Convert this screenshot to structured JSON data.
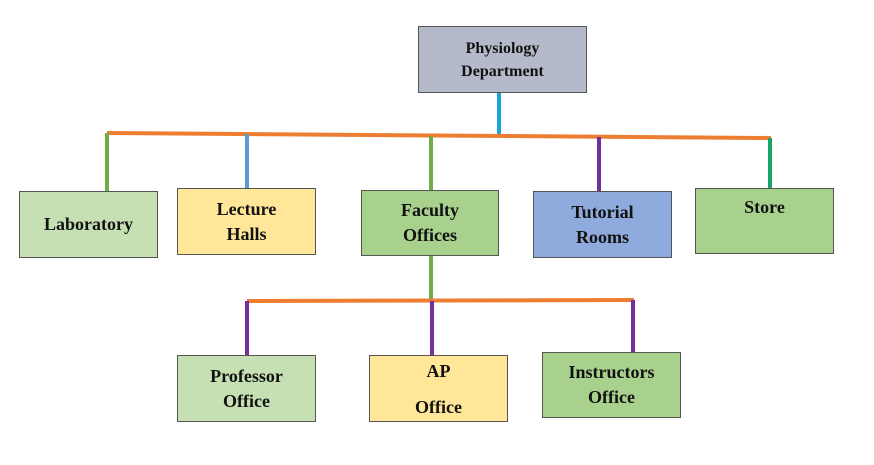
{
  "diagram": {
    "colors": {
      "root_fill": "#b4bac9",
      "light_green": "#c6e0b4",
      "green": "#a9d18e",
      "yellow": "#ffe699",
      "blue": "#8faadc",
      "bus_orange": "#ed7d31",
      "connector_cyan": "#1aa3d8",
      "connector_green": "#70ad47",
      "connector_blue": "#5b9bd5",
      "connector_purple": "#7030a0",
      "connector_teal": "#1aa36a"
    },
    "nodes": {
      "root": {
        "label": "Physiology\nDepartment",
        "fill": "#b4bac9"
      },
      "laboratory": {
        "label": "Laboratory",
        "fill": "#c6e0b4"
      },
      "lecture_halls": {
        "label": "Lecture\nHalls",
        "fill": "#ffe699"
      },
      "faculty_offices": {
        "label": "Faculty\nOffices",
        "fill": "#a9d18e"
      },
      "tutorial_rooms": {
        "label": "Tutorial\nRooms",
        "fill": "#8faadc"
      },
      "store": {
        "label": "Store",
        "fill": "#a9d18e"
      },
      "professor_office": {
        "label": "Professor\nOffice",
        "fill": "#c6e0b4"
      },
      "ap_office": {
        "label": "AP\nOffice",
        "fill": "#ffe699"
      },
      "instructors_office": {
        "label": "Instructors\nOffice",
        "fill": "#a9d18e"
      }
    },
    "edges": [
      {
        "from": "Physiology Department",
        "to": "Laboratory"
      },
      {
        "from": "Physiology Department",
        "to": "Lecture Halls"
      },
      {
        "from": "Physiology Department",
        "to": "Faculty Offices"
      },
      {
        "from": "Physiology Department",
        "to": "Tutorial Rooms"
      },
      {
        "from": "Physiology Department",
        "to": "Store"
      },
      {
        "from": "Faculty Offices",
        "to": "Professor Office"
      },
      {
        "from": "Faculty Offices",
        "to": "AP Office"
      },
      {
        "from": "Faculty Offices",
        "to": "Instructors Office"
      }
    ]
  }
}
